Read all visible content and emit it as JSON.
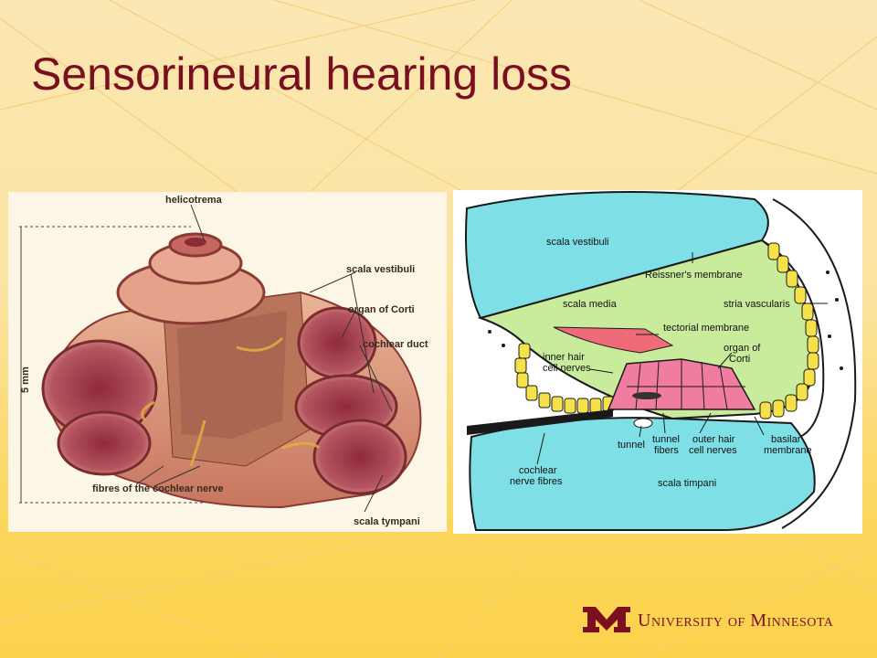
{
  "slide": {
    "title": "Sensorineural hearing loss",
    "colors": {
      "title": "#7a0f1f",
      "background_top": "#fbe7b3",
      "background_bottom": "#fcd24c",
      "logo": "#7a0f1f"
    }
  },
  "left_diagram": {
    "labels": {
      "helicotrema": "helicotrema",
      "scala_vestibuli": "scala vestibuli",
      "organ_of_corti": "organ of Corti",
      "cochlear_duct": "cochlear duct",
      "scale": "5 mm",
      "fibres": "fibres of the cochlear nerve",
      "scala_tympani": "scala tympani"
    }
  },
  "right_diagram": {
    "labels": {
      "scala_vestibuli": "scala vestibuli",
      "reissners_membrane": "Reissner's membrane",
      "scala_media": "scala media",
      "stria_vascularis": "stria vascularis",
      "tectorial_membrane": "tectorial membrane",
      "inner_hair_1": "inner hair",
      "inner_hair_2": "cell nerves",
      "organ_1": "organ of",
      "organ_2": "Corti",
      "tunnel": "tunnel",
      "tunnel_fibers_1": "tunnel",
      "tunnel_fibers_2": "fibers",
      "outer_hair_1": "outer hair",
      "outer_hair_2": "cell nerves",
      "basilar_1": "basilar",
      "basilar_2": "membrane",
      "cochlear_nerve_1": "cochlear",
      "cochlear_nerve_2": "nerve fibres",
      "scala_timpani": "scala timpani"
    },
    "colors": {
      "fluid": "#7ee0e6",
      "scala_media": "#c9ec9c",
      "cells": "#f07ca0",
      "border_cells": "#f5e24a"
    }
  },
  "logo": {
    "text": "University of Minnesota",
    "icon": "block-m-logo-icon"
  }
}
